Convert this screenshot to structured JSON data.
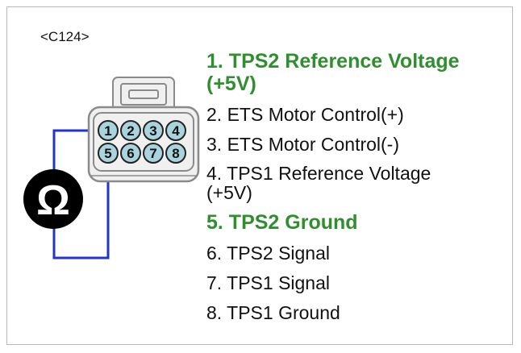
{
  "connector": {
    "code": "<C124>",
    "pin_numbers": [
      "1",
      "2",
      "3",
      "4",
      "5",
      "6",
      "7",
      "8"
    ]
  },
  "meter": {
    "symbol": "Ω"
  },
  "pins": [
    {
      "label": "1. TPS2 Reference Voltage\n(+5V)",
      "highlight": true
    },
    {
      "label": "2. ETS Motor Control(+)",
      "highlight": false
    },
    {
      "label": "3. ETS Motor Control(-)",
      "highlight": false
    },
    {
      "label": "4. TPS1 Reference Voltage\n(+5V)",
      "highlight": false
    },
    {
      "label": "5. TPS2 Ground",
      "highlight": true
    },
    {
      "label": "6. TPS2 Signal",
      "highlight": false
    },
    {
      "label": "7. TPS1 Signal",
      "highlight": false
    },
    {
      "label": "8. TPS1 Ground",
      "highlight": false
    }
  ],
  "colors": {
    "highlight": "#2f8f2f",
    "probe_wire": "#2233cc",
    "pin_fill": "#a9d4de",
    "connector_body": "#f0f0f0",
    "meter_fill": "#000000"
  }
}
